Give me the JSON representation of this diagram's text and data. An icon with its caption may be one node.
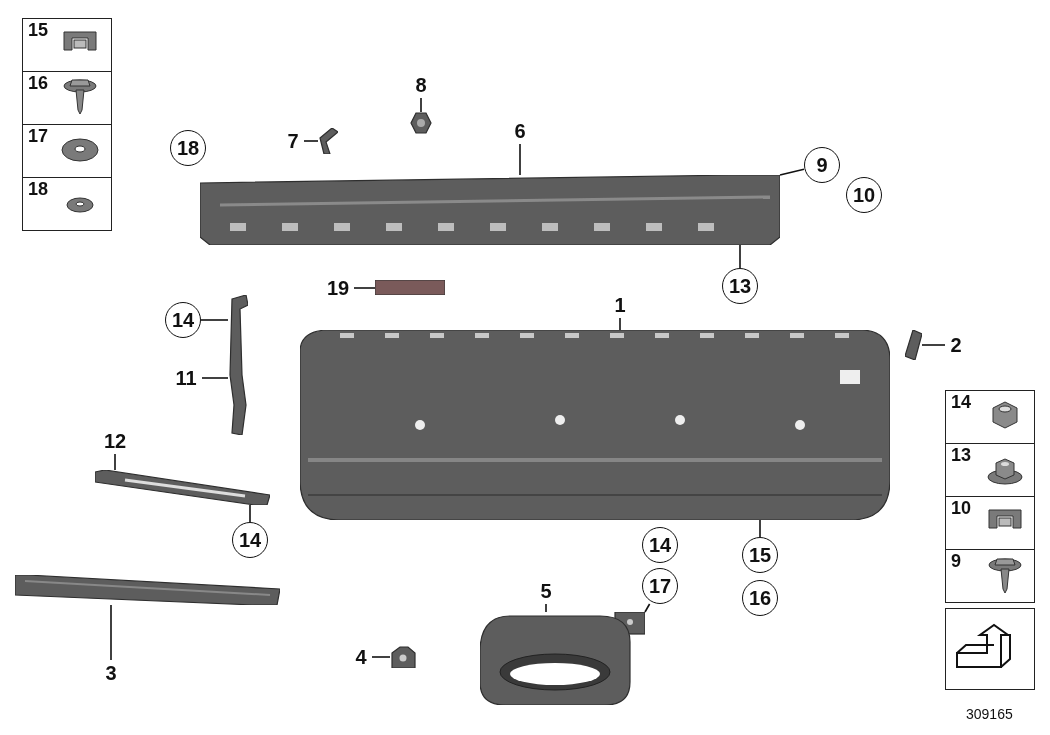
{
  "diagram": {
    "nodes": [
      {
        "text": [
          "9"
        ]
      },
      {
        "text": [
          "10"
        ]
      },
      {
        "text": [
          "6"
        ]
      },
      {
        "text": [
          "13"
        ]
      },
      {
        "text": [
          "8"
        ]
      },
      {
        "text": [
          "7"
        ]
      },
      {
        "text": [
          "1"
        ]
      },
      {
        "text": [
          "18"
        ]
      },
      {
        "text": [
          "2"
        ]
      },
      {
        "text": [
          "19"
        ]
      },
      {
        "text": [
          "14"
        ]
      },
      {
        "text": [
          "11"
        ]
      },
      {
        "text": [
          "12"
        ]
      },
      {
        "text": [
          "15"
        ]
      },
      {
        "text": [
          "16"
        ]
      },
      {
        "text": [
          "14"
        ]
      },
      {
        "text": [
          "17"
        ]
      },
      {
        "text": [
          "5"
        ]
      },
      {
        "text": [
          "14"
        ]
      },
      {
        "text": [
          "4"
        ]
      },
      {
        "text": [
          "3"
        ]
      },
      {
        "text": [],
        "shape": "picture"
      },
      {
        "text": [],
        "shape": "picture"
      },
      {
        "text": [],
        "shape": "picture"
      },
      {
        "text": [],
        "shape": "picture"
      },
      {
        "text": [],
        "shape": "picture"
      },
      {
        "text": [],
        "shape": "bar"
      },
      {
        "text": [],
        "shape": "picture"
      },
      {
        "text": [],
        "shape": "picture"
      },
      {
        "text": [],
        "shape": "picture"
      },
      {
        "text": [],
        "shape": "picture"
      },
      {
        "text": [],
        "shape": "picture"
      }
    ],
    "edges": [
      {
        "from": 0,
        "to": 21,
        "arrow": "none"
      },
      {
        "from": 2,
        "to": 21,
        "arrow": "none"
      },
      {
        "from": 3,
        "to": 21,
        "arrow": "none"
      },
      {
        "from": 4,
        "to": 22,
        "arrow": "none"
      },
      {
        "from": 5,
        "to": 23,
        "arrow": "none"
      },
      {
        "from": 6,
        "to": 24,
        "arrow": "none"
      },
      {
        "from": 8,
        "to": 25,
        "arrow": "none"
      },
      {
        "from": 9,
        "to": 26,
        "arrow": "none"
      },
      {
        "from": 10,
        "to": 27,
        "arrow": "none"
      },
      {
        "from": 11,
        "to": 27,
        "arrow": "none"
      },
      {
        "from": 12,
        "to": 28,
        "arrow": "none"
      },
      {
        "from": 13,
        "to": 24,
        "arrow": "none"
      },
      {
        "from": 16,
        "to": 29,
        "arrow": "none"
      },
      {
        "from": 17,
        "to": 29,
        "arrow": "none"
      },
      {
        "from": 18,
        "to": 28,
        "arrow": "none"
      },
      {
        "from": 19,
        "to": 30,
        "arrow": "none"
      },
      {
        "from": 20,
        "to": 31,
        "arrow": "none"
      }
    ],
    "labels": [
      "15",
      "16",
      "17",
      "18",
      "14",
      "13",
      "10",
      "9",
      "309165"
    ]
  }
}
